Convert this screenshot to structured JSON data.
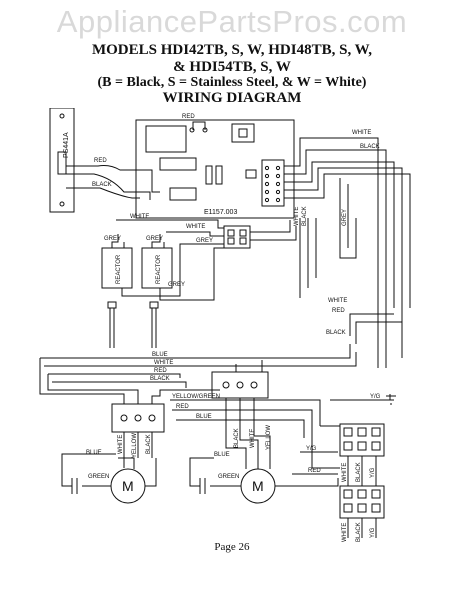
{
  "watermark": "AppliancePartsPros.com",
  "header": {
    "line1": "MODELS HDI42TB, S, W, HDI48TB, S, W,",
    "line2": "& HDI54TB, S, W",
    "line3": "(B = Black, S = Stainless Steel, & W = White)",
    "line4": "WIRING DIAGRAM"
  },
  "labels": {
    "ps441a": "PS441A",
    "red_top": "RED",
    "red_left": "RED",
    "black_left": "BLACK",
    "board_code": "E1157.003",
    "white_top": "WHITE",
    "black_top": "BLACK",
    "white_mid": "WHITE",
    "white_sw": "WHITE",
    "grey_r1": "GREY",
    "grey_r2": "GREY",
    "grey_sw": "GREY",
    "grey_low": "GREY",
    "reactor1": "REACTOR",
    "reactor2": "REACTOR",
    "white_v": "WHITE",
    "black_v": "BLACK",
    "grey_v": "GREY",
    "white_r1": "WHITE",
    "red_r1": "RED",
    "black_r1": "BLACK",
    "blue_b": "BLUE",
    "white_b": "WHITE",
    "red_b": "RED",
    "black_b": "BLACK",
    "yellow_green": "YELLOW/GREEN",
    "red_c": "RED",
    "blue_c": "BLUE",
    "yg_ground": "Y/G",
    "blue_m1": "BLUE",
    "white_m1": "WHITE",
    "yellow_m1": "YELLOW",
    "black_m1": "BLACK",
    "green_m1": "GREEN",
    "blue_m2": "BLUE",
    "black_m2": "BLACK",
    "white_m2": "WHITE",
    "yellow_m2": "YELLOW",
    "green_m2": "GREEN",
    "yg_m2": "Y/G",
    "red_m2": "RED",
    "white_sb": "WHITE",
    "black_sb": "BLACK",
    "yg_sb": "Y/G",
    "white_bot": "WHITE",
    "black_bot": "BLACK",
    "yg_bot": "Y/G",
    "motor_symbol": "M",
    "motor_symbol2": "M"
  },
  "footer": {
    "page": "Page 26"
  }
}
